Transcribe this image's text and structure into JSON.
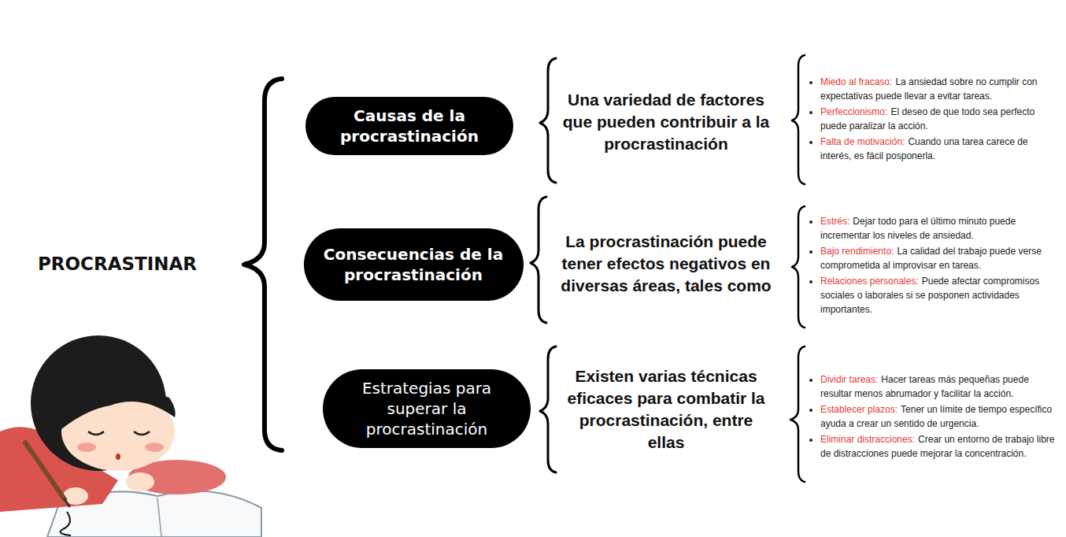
{
  "diagram": {
    "nodes": [
      {
        "text": [
          "Causas de la procrastinación"
        ]
      },
      {
        "text": [
          "Consecuencias de la procrastinación"
        ]
      },
      {
        "text": [
          "Estrategias para superar la procrastinación"
        ]
      }
    ],
    "labels": [
      "PROCRASTINAR",
      "Una variedad de factores que pueden contribuir a la procrastinación",
      "Miedo al fracaso:",
      "La ansiedad sobre no cumplir con expectativas puede llevar a evitar tareas.",
      "Perfeccionismo:",
      "El deseo de que todo sea perfecto puede paralizar la acción.",
      "Falta de motivación:",
      "Cuando una tarea carece de interés, es fácil posponerla.",
      "La procrastinación puede tener efectos negativos en diversas áreas, tales como",
      "Estrés:",
      "Dejar todo para el último minuto puede incrementar los niveles de ansiedad.",
      "Bajo rendimiento:",
      "La calidad del trabajo puede verse comprometida al improvisar en tareas.",
      "Relaciones personales:",
      "Puede afectar compromisos sociales o laborales si se posponen actividades importantes.",
      "Existen varias técnicas eficaces para combatir la procrastinación, entre ellas",
      "Dividir tareas:",
      "Hacer tareas más pequeñas puede resultar menos abrumador y facilitar la acción.",
      "Establecer plazos:",
      "Tener un límite de tiempo específico ayuda a crear un sentido de urgencia.",
      "Eliminar distracciones:",
      "Crear un entorno de trabajo libre de distracciones puede mejorar la concentración."
    ]
  }
}
